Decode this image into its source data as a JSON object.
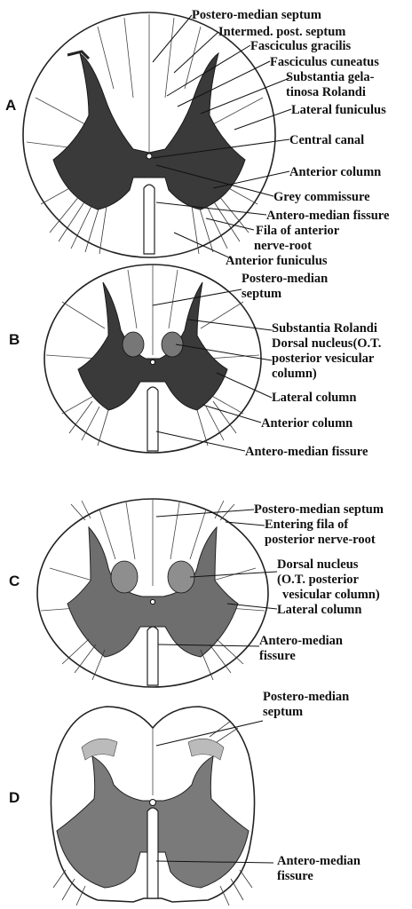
{
  "panels": [
    {
      "letter": "A",
      "labels": [
        "Postero-median septum",
        "Intermed. post. septum",
        "Fasciculus gracilis",
        "Fasciculus cuneatus",
        "Substantia gela-",
        "tinosa Rolandi",
        "Lateral funiculus",
        "Central canal",
        "Anterior column",
        "Grey commissure",
        "Antero-median fissure",
        "Fila of anterior",
        "nerve-root",
        "Anterior funiculus"
      ]
    },
    {
      "letter": "B",
      "labels": [
        "Postero-median",
        "septum",
        "Substantia Rolandi",
        "Dorsal nucleus(O.T.",
        "posterior vesicular",
        "column)",
        "Lateral column",
        "Anterior column",
        "Antero-median fissure"
      ]
    },
    {
      "letter": "C",
      "labels": [
        "Postero-median septum",
        "Entering fila of",
        "posterior nerve-root",
        "Dorsal nucleus",
        "(O.T. posterior",
        "vesicular column)",
        "Lateral column",
        "Antero-median",
        "fissure"
      ]
    },
    {
      "letter": "D",
      "labels": [
        "Postero-median",
        "septum",
        "Antero-median",
        "fissure"
      ]
    }
  ]
}
